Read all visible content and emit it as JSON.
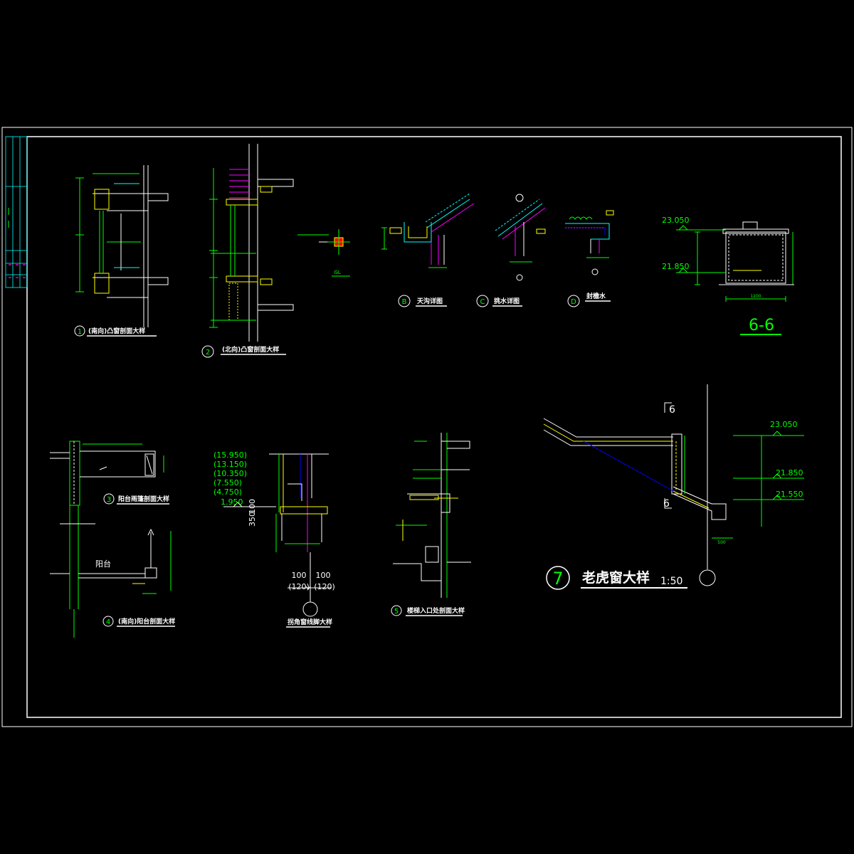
{
  "colors": {
    "background": "#000000",
    "frame": "#ffffff",
    "line_green": "#00ff00",
    "line_yellow": "#ffff00",
    "line_cyan": "#00ffff",
    "line_magenta": "#ff00ff",
    "line_blue": "#0000ff",
    "line_red": "#ff0000"
  },
  "title_block": {
    "rows": [
      "",
      "",
      "",
      "",
      ""
    ]
  },
  "details": {
    "d1": {
      "num": "1",
      "title": "(南向)凸窗剖面大样"
    },
    "d2": {
      "num": "2",
      "title": "(北向)凸窗剖面大样"
    },
    "gl": {
      "label": "GL"
    },
    "dB": {
      "num": "B",
      "title": "天沟详图"
    },
    "dC": {
      "num": "C",
      "title": "挑水详图"
    },
    "dD": {
      "num": "D",
      "title": "封檐水"
    },
    "d3": {
      "num": "3",
      "title": "阳台雨篷剖面大样"
    },
    "d4": {
      "num": "4",
      "title": "(南向)阳台剖面大样",
      "balcony_label": "阳台"
    },
    "dcorner": {
      "title": "拐角窗线脚大样",
      "levels": [
        "(15.950)",
        "(13.150)",
        "(10.350)",
        "(7.550)",
        "(4.750)",
        "1.950"
      ],
      "dim_vertical": "350",
      "dim_vertical_2": "100",
      "dim_left": "100",
      "dim_right": "100",
      "dim_left_paren": "(120)",
      "dim_right_paren": "(120)"
    },
    "d5": {
      "num": "5",
      "title": "楼梯入口处剖面大样"
    },
    "d7": {
      "num": "7",
      "title": "老虎窗大样",
      "scale": "1:50",
      "elev_top": "23.050",
      "elev_mid": "21.850",
      "elev_low": "21.550",
      "dim_bottom": "500",
      "cut_mark_top": "6",
      "cut_mark_bottom": "6"
    },
    "d66": {
      "title": "6-6",
      "elev_top": "23.050",
      "elev_bottom": "21.850",
      "dim_width": "1200"
    }
  }
}
